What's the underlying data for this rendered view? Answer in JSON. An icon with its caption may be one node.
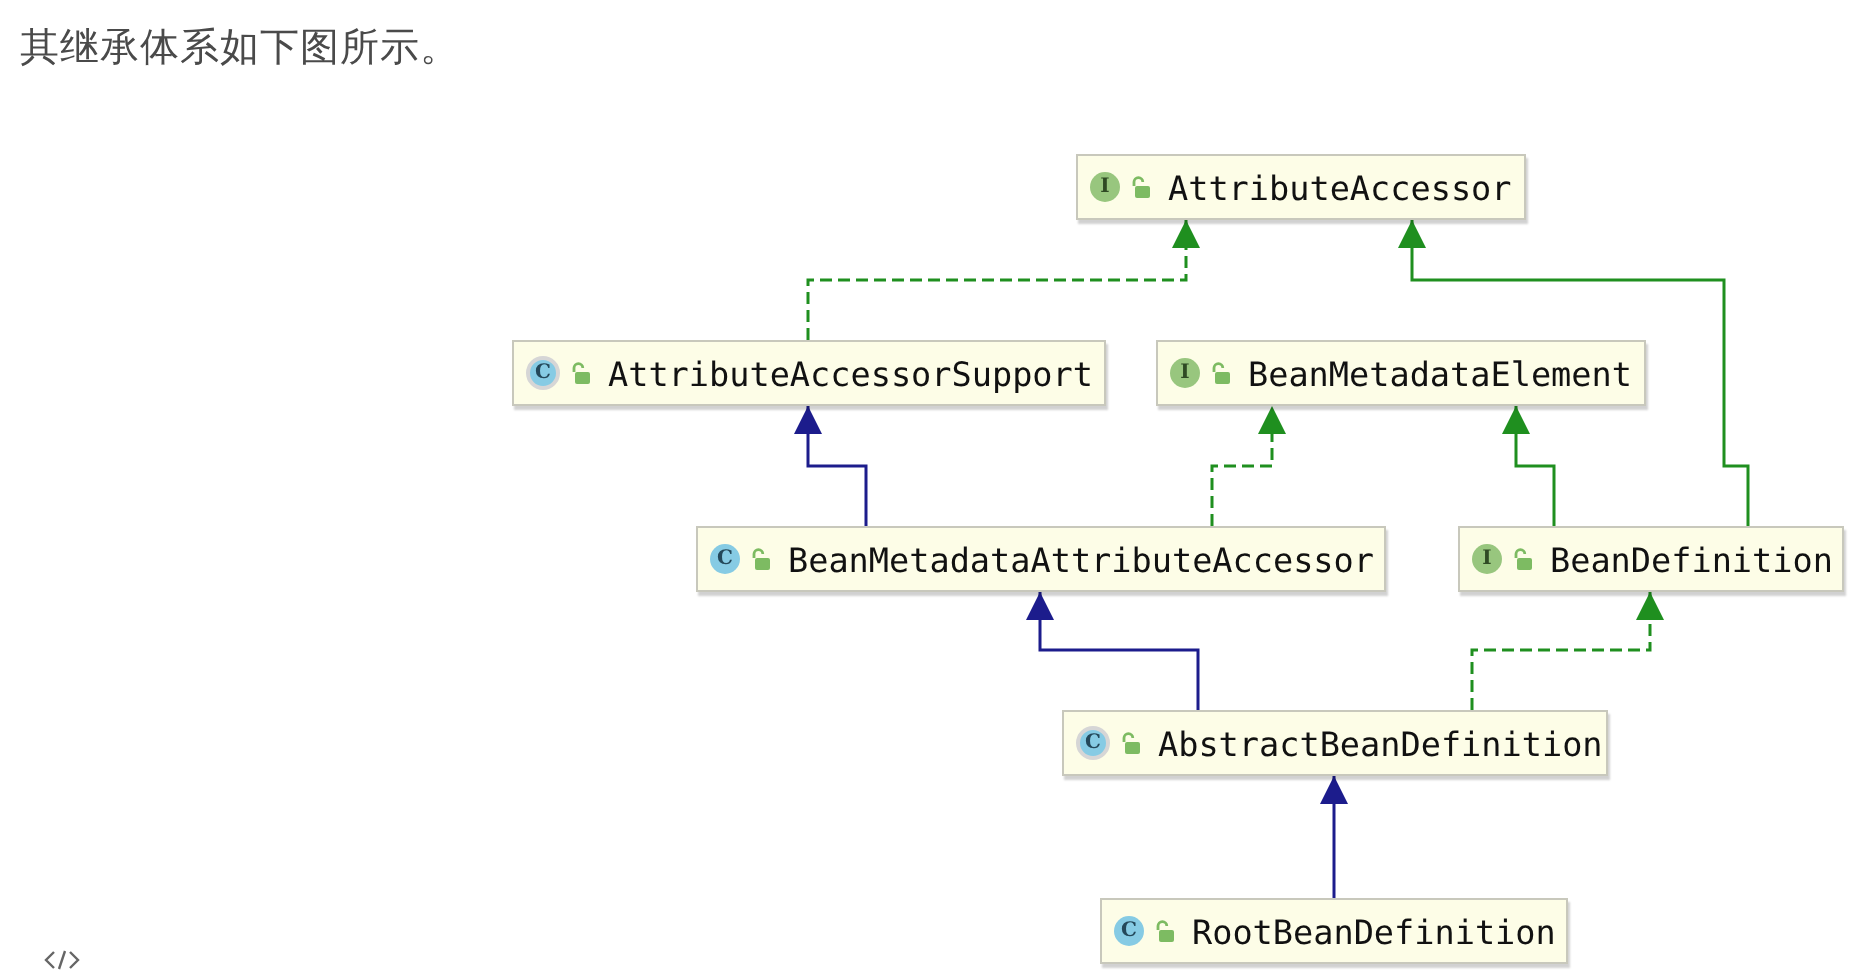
{
  "diagram": {
    "title": "其继承体系如下图所示。",
    "nodes": [
      {
        "text": [
          "I",
          "AttributeAccessor"
        ]
      },
      {
        "text": [
          "C",
          "AttributeAccessorSupport"
        ]
      },
      {
        "text": [
          "I",
          "BeanMetadataElement"
        ]
      },
      {
        "text": [
          "C",
          "BeanMetadataAttributeAccessor"
        ]
      },
      {
        "text": [
          "I",
          "BeanDefinition"
        ]
      },
      {
        "text": [
          "C",
          "AbstractBeanDefinition"
        ]
      },
      {
        "text": [
          "C",
          "RootBeanDefinition"
        ]
      }
    ],
    "edges": [
      {
        "from": 1,
        "to": 0,
        "arrow": "to",
        "style": "dashed"
      },
      {
        "from": 4,
        "to": 0,
        "arrow": "to"
      },
      {
        "from": 3,
        "to": 1,
        "arrow": "to",
        "color": "#1c1c8c"
      },
      {
        "from": 3,
        "to": 2,
        "arrow": "to",
        "style": "dashed"
      },
      {
        "from": 4,
        "to": 2,
        "arrow": "to"
      },
      {
        "from": 5,
        "to": 3,
        "arrow": "to",
        "color": "#1c1c8c"
      },
      {
        "from": 5,
        "to": 4,
        "arrow": "to",
        "style": "dashed"
      },
      {
        "from": 6,
        "to": 5,
        "arrow": "to",
        "color": "#1c1c8c"
      }
    ]
  }
}
